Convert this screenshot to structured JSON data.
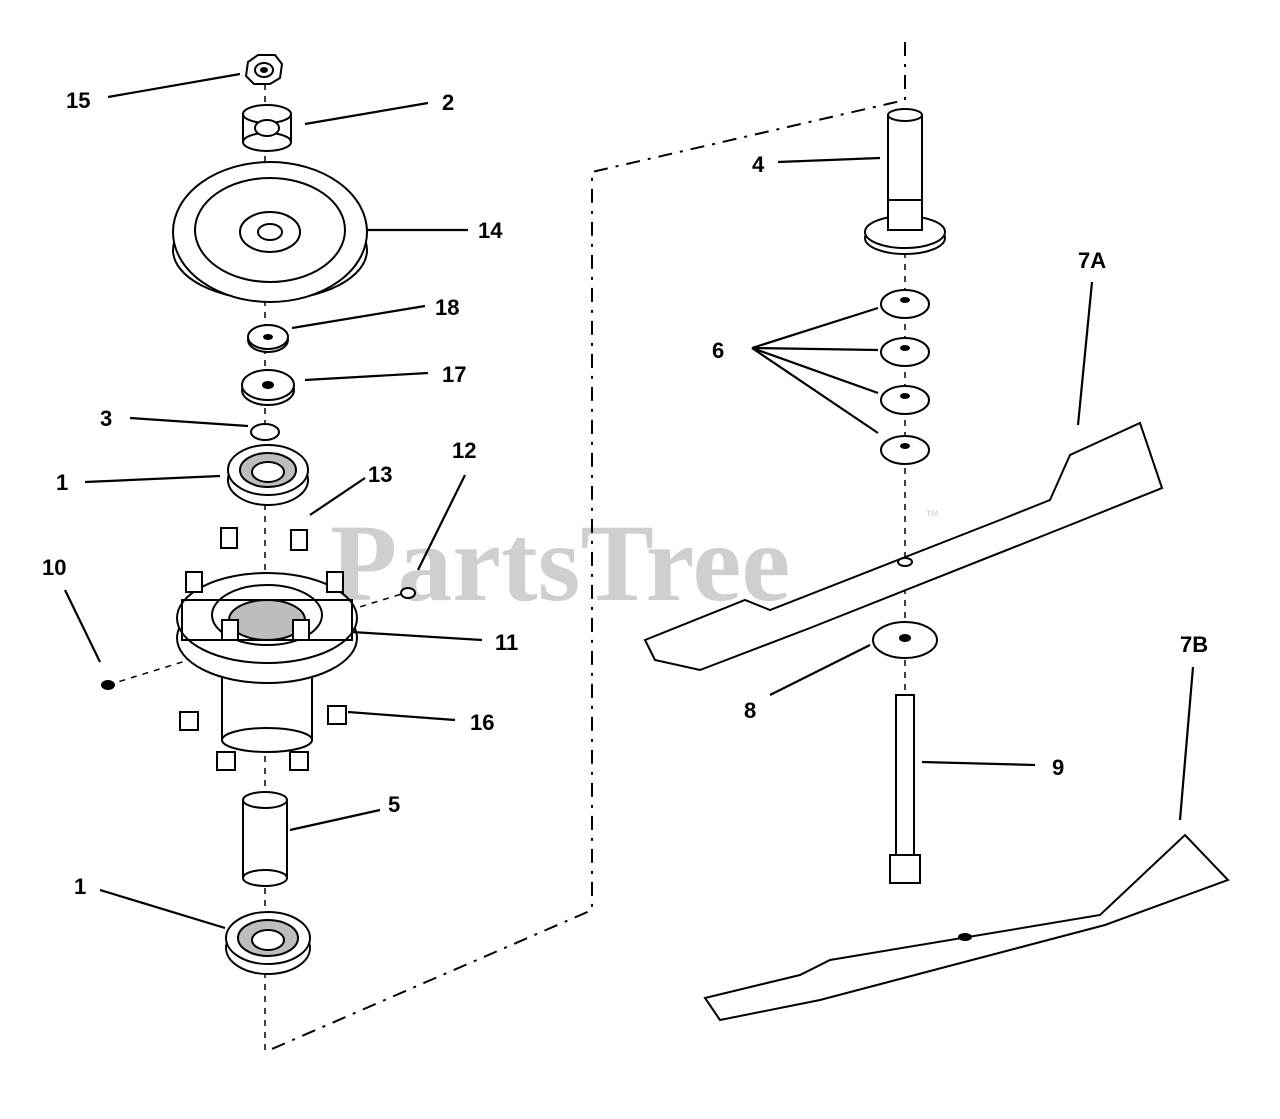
{
  "watermark": {
    "text": "PartsTree",
    "mark": "™"
  },
  "callouts": {
    "c15": "15",
    "c2": "2",
    "c14": "14",
    "c18": "18",
    "c17": "17",
    "c3": "3",
    "c1_top": "1",
    "c13": "13",
    "c12": "12",
    "c10": "10",
    "c11": "11",
    "c16": "16",
    "c5": "5",
    "c1_bottom": "1",
    "c4": "4",
    "c6": "6",
    "c7A": "7A",
    "c7B": "7B",
    "c8": "8",
    "c9": "9"
  },
  "parts": [
    "hex-nut",
    "bearing-spacer",
    "pulley",
    "washer-small",
    "washer",
    "retaining-ring",
    "ball-bearing",
    "spindle-housing",
    "grease-fitting",
    "mounting-bolt",
    "lock-nut",
    "spacer-tube",
    "spindle-shaft",
    "shims",
    "blade-hi-lift",
    "blade-standard",
    "blade-washer",
    "blade-bolt"
  ]
}
